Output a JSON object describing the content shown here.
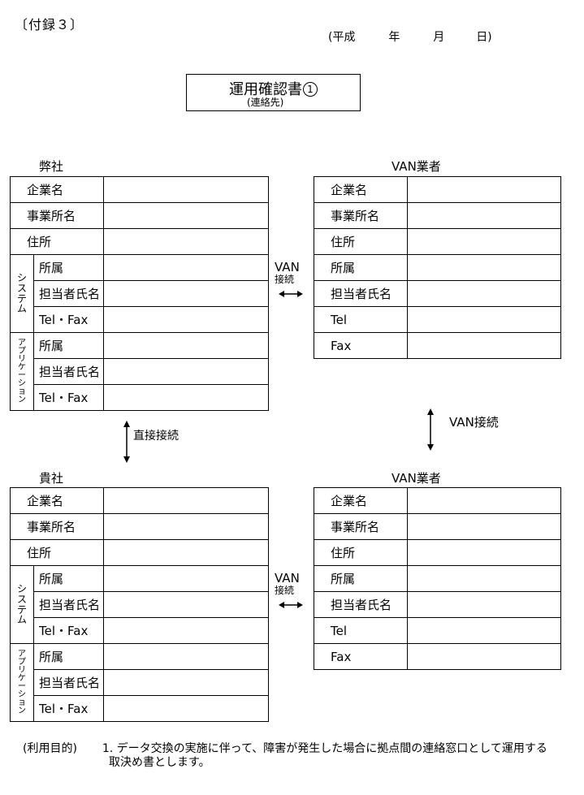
{
  "header": {
    "appendix_label": "〔付録３〕",
    "date_era": "(平成",
    "date_year": "年",
    "date_month": "月",
    "date_day": "日)"
  },
  "title": {
    "main": "運用確認書",
    "number": "1",
    "subtitle": "(連絡先)"
  },
  "labels": {
    "company_name": "企業名",
    "office_name": "事業所名",
    "address": "住所",
    "department": "所属",
    "contact_person": "担当者氏名",
    "tel_fax": "Tel・Fax",
    "tel": "Tel",
    "fax": "Fax",
    "system_group": [
      "シ",
      "ス",
      "テ",
      "ム"
    ],
    "application_group": [
      "ア",
      "プ",
      "リ",
      "ケ",
      "ー",
      "シ",
      "ョ",
      "ン"
    ]
  },
  "parties": {
    "our_company": "弊社",
    "your_company": "貴社",
    "van_vendor": "VAN業者"
  },
  "connections": {
    "van_top": "VAN",
    "van_bottom": "接続",
    "direct": "直接接続",
    "van_connection": "VAN接続"
  },
  "footer": {
    "purpose_label": "(利用目的)",
    "item_number": "1.",
    "line1": "データ交換の実施に伴って、障害が発生した場合に拠点間の連絡窓口として運用する",
    "line2": "取決め書とします。"
  }
}
